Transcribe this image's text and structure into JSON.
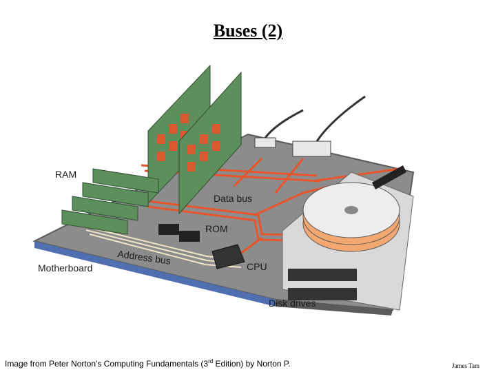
{
  "slide": {
    "title": "Buses (2)",
    "caption_prefix": "Image from Peter Norton's Computing Fundamentals (3",
    "caption_sup": "rd",
    "caption_suffix": " Edition) by Norton P.",
    "author": "James Tam"
  },
  "figure": {
    "labels": {
      "ram": "RAM",
      "data_bus": "Data bus",
      "rom": "ROM",
      "address_bus": "Address bus",
      "cpu": "CPU",
      "motherboard": "Motherboard",
      "disk_drives": "Disk drives"
    },
    "colors": {
      "board": "#8c8c8c",
      "board_edge": "#5a5a5a",
      "bus_red": "#e8552a",
      "address_bus": "#f2e6c8",
      "chip": "#d85a30",
      "card": "#5d8f5d",
      "disk_platter": "#f2a870"
    }
  }
}
